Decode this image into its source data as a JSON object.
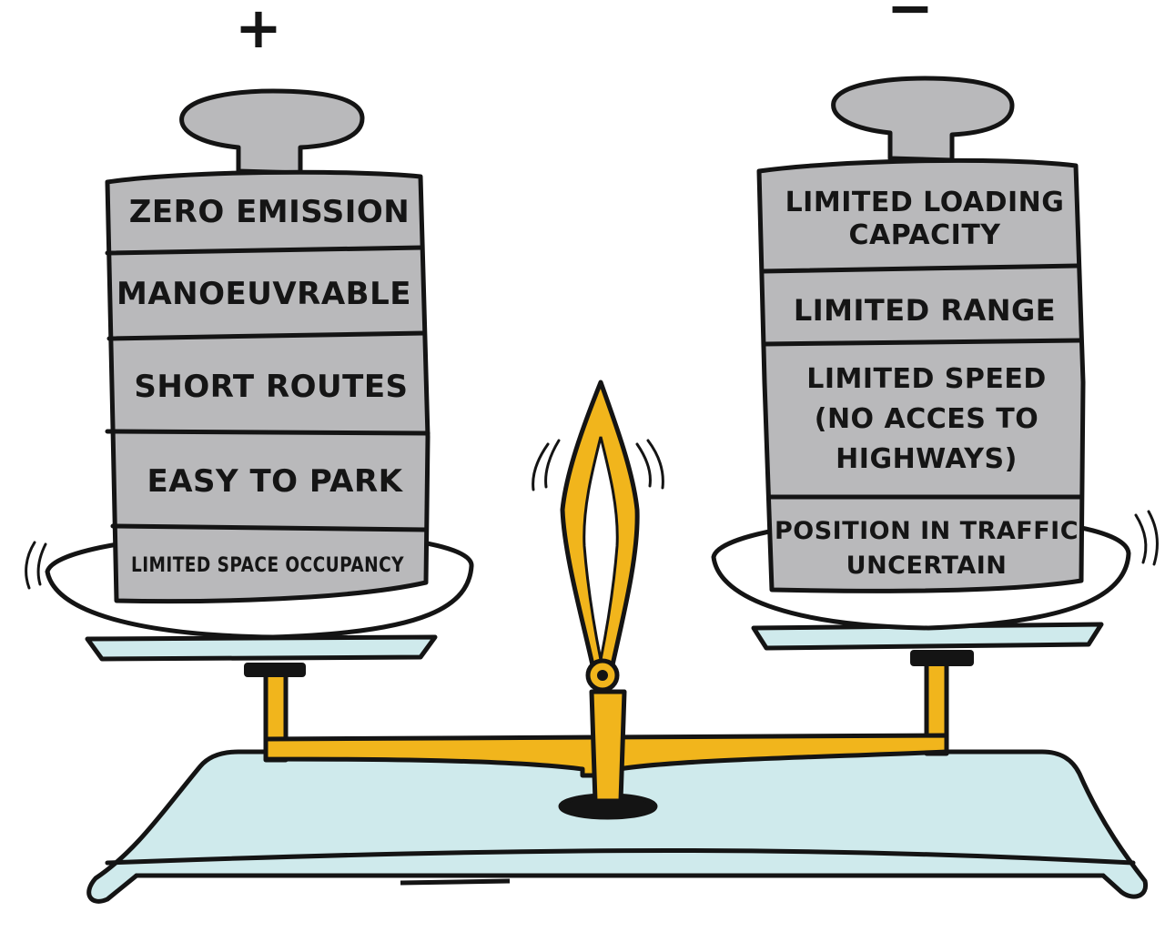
{
  "plus_sign": "+",
  "minus_sign": "−",
  "left_weight": {
    "segments": [
      "ZERO EMISSION",
      "MANOEUVRABLE",
      "SHORT ROUTES",
      "EASY TO PARK",
      "LIMITED SPACE OCCUPANCY"
    ]
  },
  "right_weight": {
    "segments": [
      [
        "LIMITED LOADING",
        "CAPACITY"
      ],
      [
        "LIMITED RANGE"
      ],
      [
        "LIMITED SPEED",
        "(NO ACCES TO",
        "HIGHWAYS)"
      ],
      [
        "POSITION IN TRAFFIC",
        "UNCERTAIN"
      ]
    ]
  },
  "colors": {
    "weight_gray": "#b9b9bb",
    "base_blue": "#cfeaec",
    "beam_yellow": "#f1b51c",
    "ink": "#141414"
  }
}
